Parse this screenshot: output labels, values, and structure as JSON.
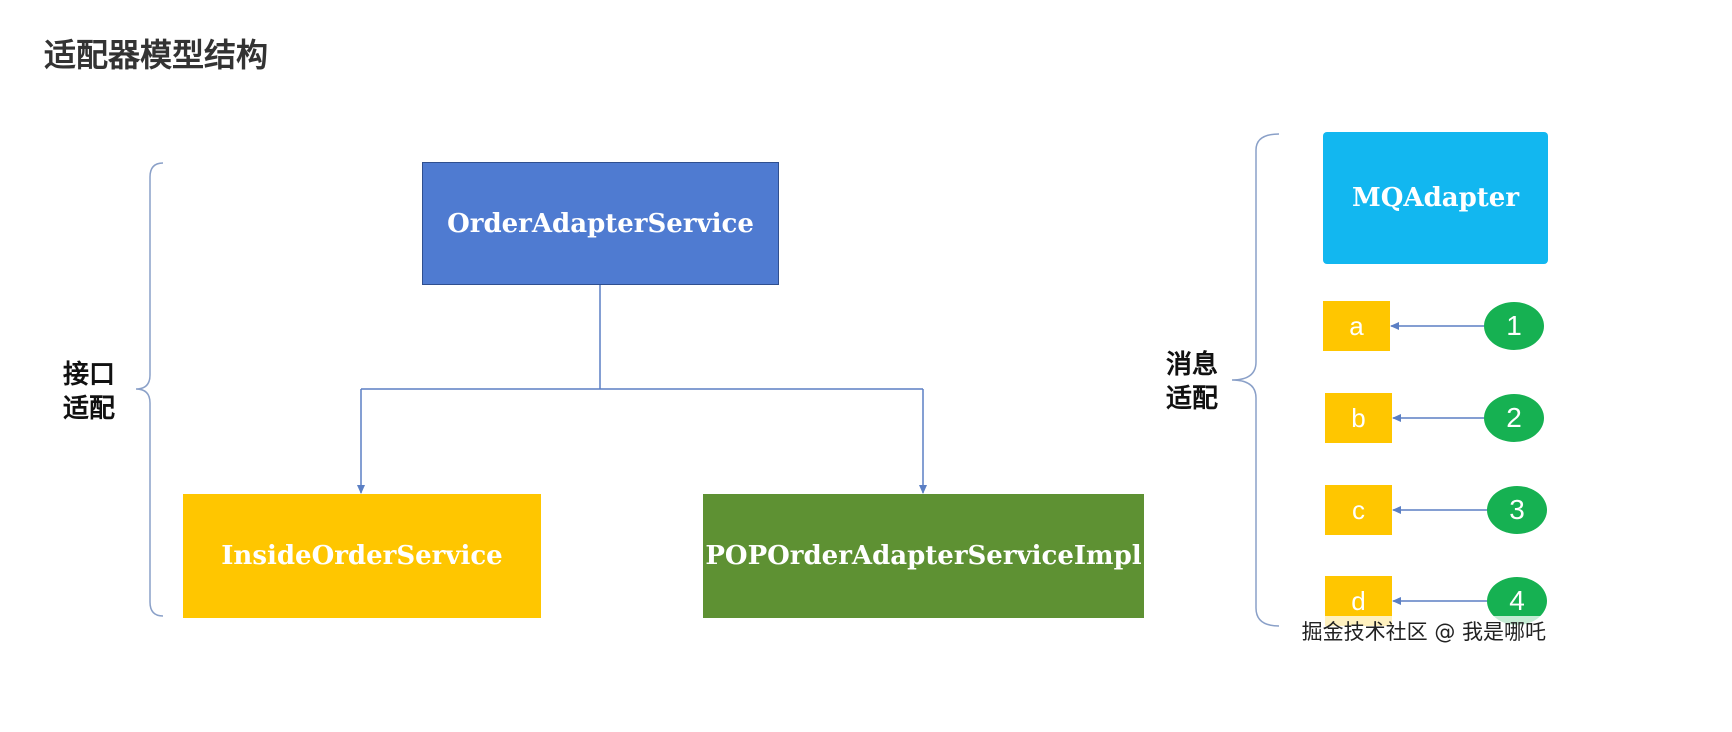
{
  "title": "适配器模型结构",
  "left_group": {
    "label_line1": "接口",
    "label_line2": "适配"
  },
  "right_group": {
    "label_line1": "消息",
    "label_line2": "适配"
  },
  "nodes": {
    "service": {
      "label": "OrderAdapterService",
      "color": "#4f7bd1"
    },
    "inside": {
      "label": "InsideOrderService",
      "color": "#ffc600"
    },
    "pop": {
      "label": "POPOrderAdapterServiceImpl",
      "color": "#5e9133"
    },
    "mq": {
      "label": "MQAdapter",
      "color": "#12b7f0"
    }
  },
  "messages": [
    {
      "letter": "a",
      "number": "1"
    },
    {
      "letter": "b",
      "number": "2"
    },
    {
      "letter": "c",
      "number": "3"
    },
    {
      "letter": "d",
      "number": "4"
    }
  ],
  "colors": {
    "connector": "#5b7fc4",
    "brace": "#8aa0c8",
    "letter_box": "#ffc600",
    "number_circle": "#16b152"
  },
  "watermark": "掘金技术社区 @ 我是哪吒"
}
